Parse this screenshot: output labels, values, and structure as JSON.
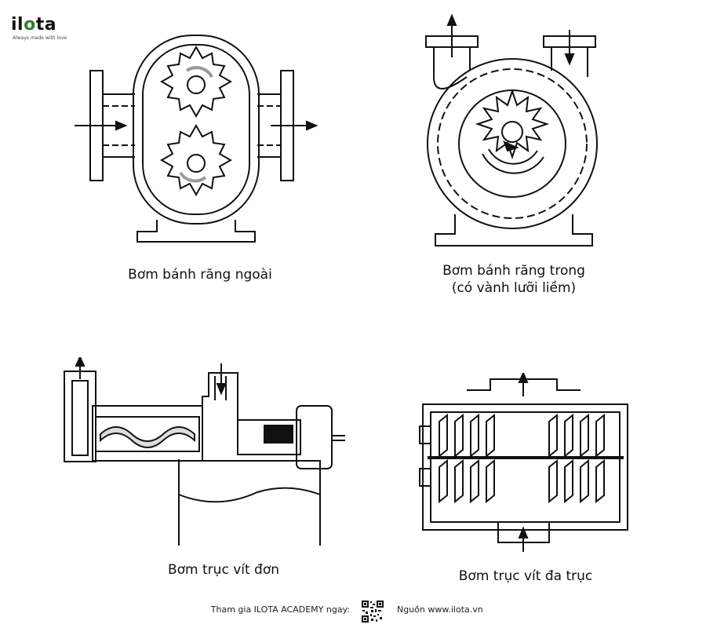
{
  "brand": {
    "logo_text": "ilota",
    "tagline": "Always made with love",
    "accent_color": "#2e7d32"
  },
  "diagrams": [
    {
      "caption_line1": "Bơm bánh răng ngoài",
      "caption_line2": ""
    },
    {
      "caption_line1": "Bơm bánh răng trong",
      "caption_line2": "(có vành lưỡi liềm)"
    },
    {
      "caption_line1": "Bơm trục vít đơn",
      "caption_line2": ""
    },
    {
      "caption_line1": "Bơm trục vít đa trục",
      "caption_line2": ""
    }
  ],
  "footer": {
    "join_text": "Tham gia ILOTA ACADEMY ngay:",
    "source_text": "Nguồn www.ilota.vn",
    "qr_icon": "qr-code-icon"
  }
}
